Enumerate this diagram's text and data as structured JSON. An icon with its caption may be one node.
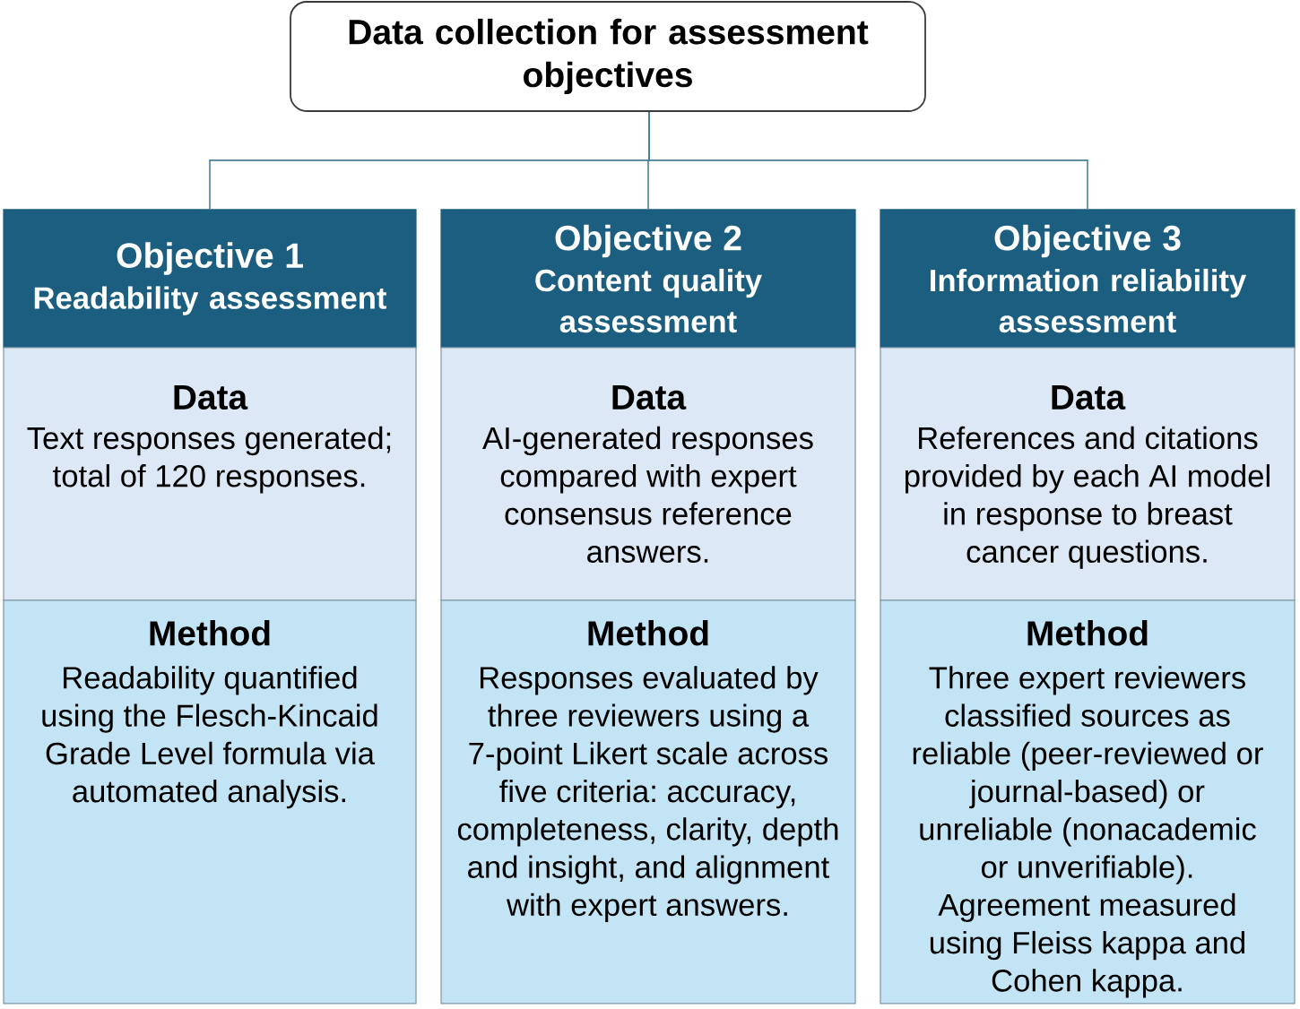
{
  "diagram": {
    "nodes": [
      {
        "text": [
          "Data collection for assessment objectives"
        ]
      },
      {
        "text": [
          "Objective 1",
          "Readability assessment"
        ]
      },
      {
        "text": [
          "Objective 2",
          "Content quality assessment"
        ]
      },
      {
        "text": [
          "Objective 3",
          "Information reliability assessment"
        ]
      },
      {
        "text": [
          "Data",
          "Text responses generated; total of 120 responses."
        ]
      },
      {
        "text": [
          "Data",
          "AI-generated responses compared with expert consensus reference answers."
        ]
      },
      {
        "text": [
          "Data",
          "References and citations provided by each AI model in response to breast cancer questions."
        ]
      },
      {
        "text": [
          "Method",
          "Readability quantified using the Flesch-Kincaid Grade Level formula via automated analysis."
        ]
      },
      {
        "text": [
          "Method",
          "Responses evaluated by three reviewers using a 7-point Likert scale across five criteria: accuracy, completeness, clarity, depth and insight, and alignment with expert answers."
        ]
      },
      {
        "text": [
          "Method",
          "Three expert reviewers classified sources as reliable (peer-reviewed or journal-based) or unreliable (nonacademic or unverifiable). Agreement measured using Fleiss kappa and Cohen kappa."
        ]
      }
    ],
    "edges": [
      {
        "from": 0,
        "to": 1,
        "arrow": "none"
      },
      {
        "from": 0,
        "to": 2,
        "arrow": "none"
      },
      {
        "from": 0,
        "to": 3,
        "arrow": "none"
      }
    ]
  }
}
